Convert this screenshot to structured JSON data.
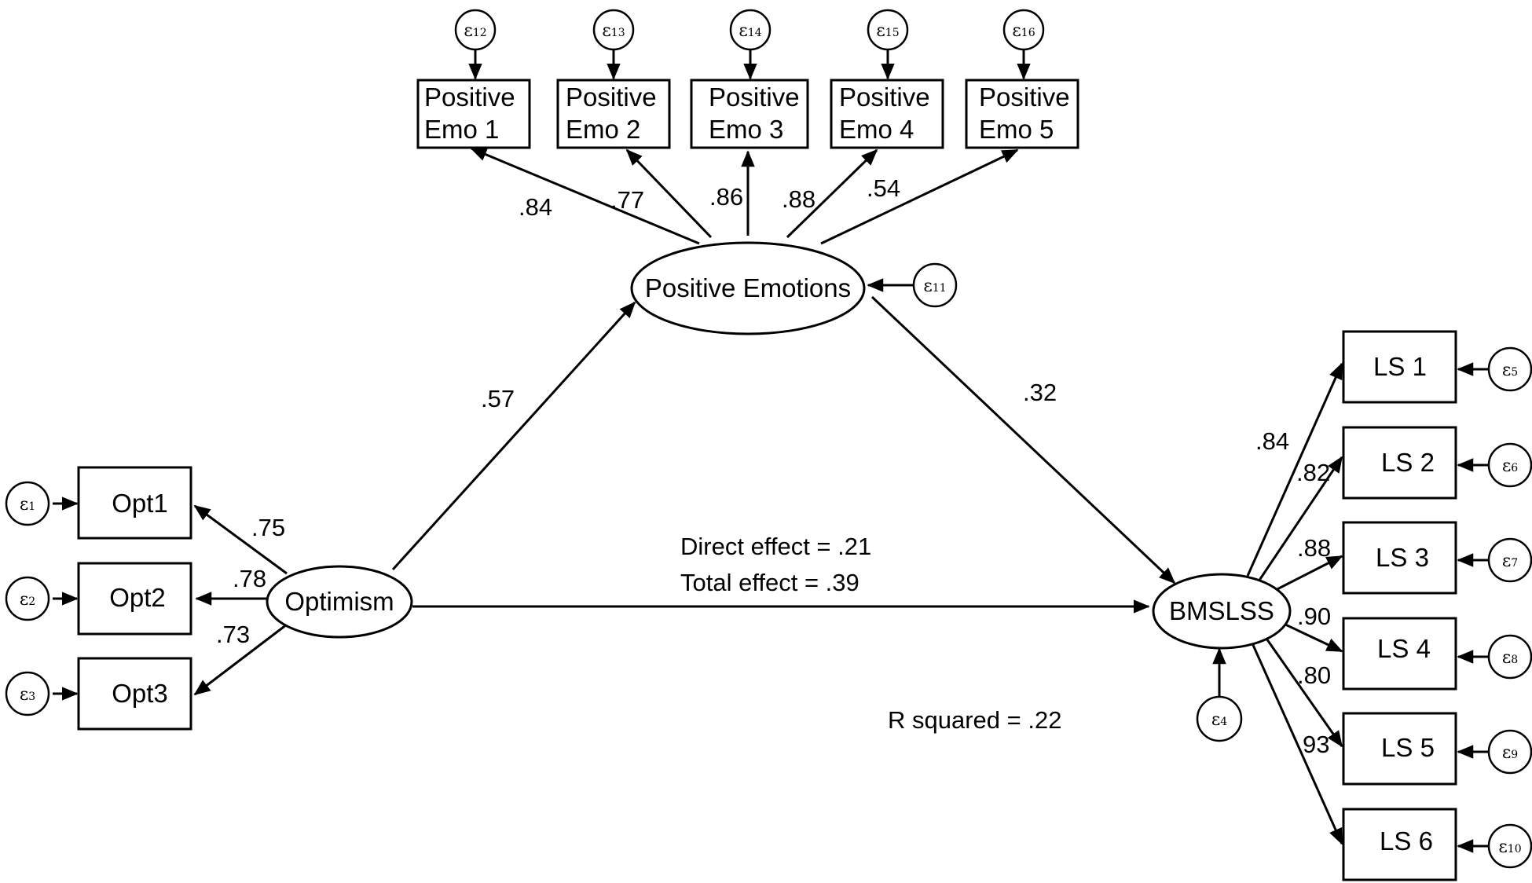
{
  "latent": {
    "positive_emotions": "Positive Emotions",
    "optimism": "Optimism",
    "bmslss": "BMSLSS"
  },
  "indicators": {
    "positive_emo": [
      {
        "line1": "Positive",
        "line2": "Emo 1"
      },
      {
        "line1": "Positive",
        "line2": "Emo 2"
      },
      {
        "line1": "Positive",
        "line2": "Emo 3"
      },
      {
        "line1": "Positive",
        "line2": "Emo 4"
      },
      {
        "line1": "Positive",
        "line2": "Emo 5"
      }
    ],
    "optimism": [
      "Opt1",
      "Opt2",
      "Opt3"
    ],
    "life_satisfaction": [
      "LS 1",
      "LS 2",
      "LS 3",
      "LS 4",
      "LS 5",
      "LS 6"
    ]
  },
  "errors": {
    "symbol": "ε",
    "positive_emo": [
      "12",
      "13",
      "14",
      "15",
      "16"
    ],
    "positive_emotions": "11",
    "optimism": [
      "1",
      "2",
      "3"
    ],
    "bmslss": "4",
    "life_satisfaction": [
      "5",
      "6",
      "7",
      "8",
      "9",
      "10"
    ]
  },
  "loadings": {
    "positive_emo": [
      ".84",
      ".77",
      ".86",
      ".88",
      ".54"
    ],
    "optimism": [
      ".75",
      ".78",
      ".73"
    ],
    "life_satisfaction": [
      ".84",
      ".82",
      ".88",
      ".90",
      ".80",
      "93"
    ]
  },
  "paths": {
    "optimism_to_positive_emotions": ".57",
    "positive_emotions_to_bmslss": ".32"
  },
  "notes": {
    "direct_effect": "Direct effect = .21",
    "total_effect": "Total effect = .39",
    "r_squared": "R squared = .22"
  }
}
